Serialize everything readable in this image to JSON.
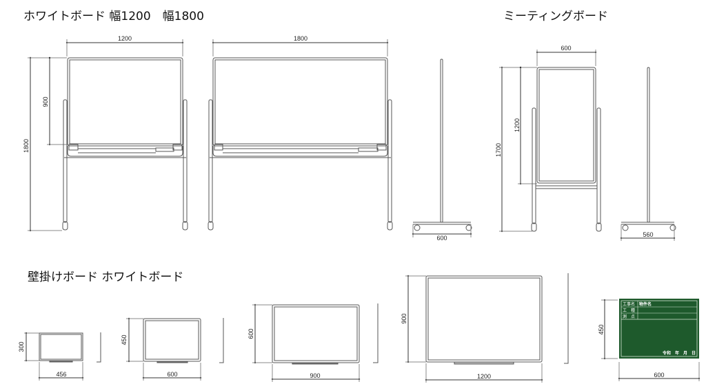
{
  "titles": {
    "section_standing": "ホワイトボード 幅1200　幅1800",
    "section_meeting": "ミーティングボード",
    "section_wall": "壁掛けボード ホワイトボード"
  },
  "colors": {
    "line": "#555555",
    "dim_line": "#333333",
    "blackboard_green": "#1e5a2c",
    "background": "#ffffff"
  },
  "standing_boards": [
    {
      "name": "whiteboard-1200",
      "width_label": "1200",
      "board_height_label": "900",
      "total_height_label": "1800"
    },
    {
      "name": "whiteboard-1800",
      "width_label": "1800"
    },
    {
      "name": "whiteboard-side-view",
      "base_width_label": "600"
    }
  ],
  "meeting_board": {
    "width_label": "600",
    "board_height_label": "1200",
    "total_height_label": "1700",
    "side_base_width_label": "560"
  },
  "wall_boards": [
    {
      "width_label": "456",
      "height_label": "300"
    },
    {
      "width_label": "600",
      "height_label": "450"
    },
    {
      "width_label": "900",
      "height_label": "600"
    },
    {
      "width_label": "1200",
      "height_label": "900"
    }
  ],
  "blackboard": {
    "width_label": "600",
    "height_label": "450",
    "rows": [
      {
        "label": "工事名",
        "value": "物件名"
      },
      {
        "label": "工　種",
        "value": ""
      },
      {
        "label": "測　点",
        "value": ""
      }
    ],
    "date_line": "令和　年　月　日"
  }
}
